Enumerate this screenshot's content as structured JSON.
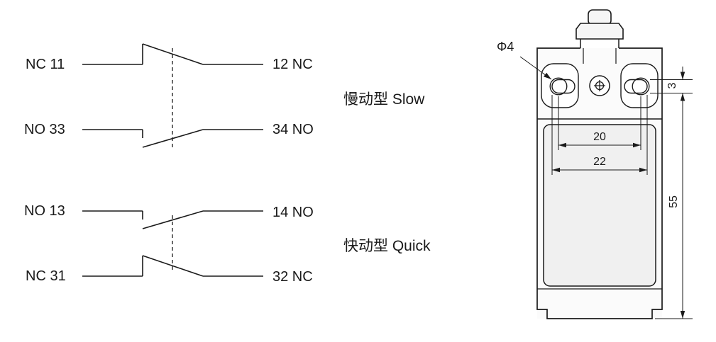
{
  "colors": {
    "ink": "#1a1a1a",
    "paper": "#ffffff",
    "cover_fill": "#f0f0f0"
  },
  "circuit": {
    "groups": [
      {
        "id": "slow",
        "label": "慢动型 Slow",
        "rows": [
          {
            "left": "NC 11",
            "right": "12 NC",
            "type": "nc"
          },
          {
            "left": "NO 33",
            "right": "34 NO",
            "type": "no"
          }
        ]
      },
      {
        "id": "quick",
        "label": "快动型 Quick",
        "rows": [
          {
            "left": "NO 13",
            "right": "14 NO",
            "type": "no"
          },
          {
            "left": "NC 31",
            "right": "32 NC",
            "type": "nc"
          }
        ]
      }
    ]
  },
  "drawing": {
    "dims": {
      "hole_dia": "Φ4",
      "slot_width": "3",
      "hole_pitch": "20",
      "slot_outer_span": "22",
      "body_height": "55"
    }
  }
}
